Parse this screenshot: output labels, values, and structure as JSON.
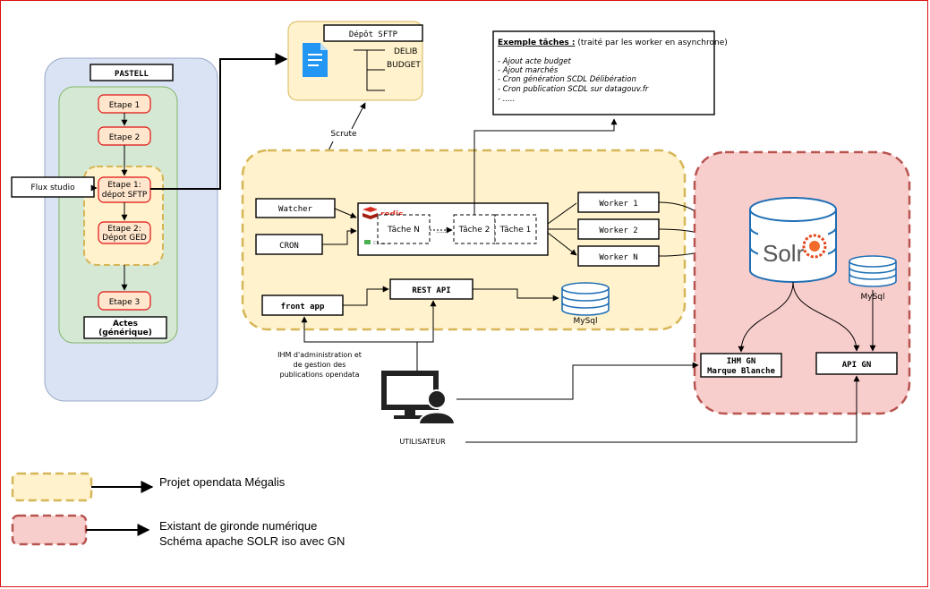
{
  "pastell": {
    "title": "PASTELL",
    "etape1": "Etape 1",
    "etape2": "Etape 2",
    "depot_sftp_l1": "Etape 1:",
    "depot_sftp_l2": "dépot SFTP",
    "depot_ged_l1": "Etape 2:",
    "depot_ged_l2": "Dépot GED",
    "etape3": "Etape 3",
    "actes_l1": "Actes",
    "actes_l2": "(générique)"
  },
  "flux_studio": "Flux studio",
  "sftp": {
    "title": "Dépôt SFTP",
    "folders": [
      "DELIB",
      "BUDGET"
    ]
  },
  "scrute": "Scrute",
  "taches_note": {
    "heading": "Exemple tâches :",
    "subtitle": " (traité par  les worker en asynchrone)",
    "items": [
      " - Ajout acte budget",
      "- Ajout marchés",
      "- Cron génération SCDL Délibération",
      "- Cron publication SCDL  sur datagouv.fr",
      "- ....."
    ]
  },
  "opendata": {
    "watcher": "Watcher",
    "cron": "CRON",
    "redis": "redis",
    "celery": "CELERY",
    "tasks": [
      "Tâche N",
      "......",
      "Tâche 2",
      "Tâche 1"
    ],
    "workers": [
      "Worker 1",
      "Worker 2",
      "Worker N"
    ],
    "rest_api": "REST API",
    "front_app": "front app",
    "mysql": "MySql"
  },
  "gironde": {
    "solr": "Solr",
    "mysql": "MySql",
    "ihm_gn_l1": "IHM GN",
    "ihm_gn_l2": "Marque Blanche",
    "api_gn": "API GN"
  },
  "ihm_caption": [
    "IHM d'administration et",
    "de gestion des",
    "publications opendata"
  ],
  "utilisateur": "UTILISATEUR",
  "legend": {
    "opendata": "Projet opendata Mégalis",
    "existant_l1": "Existant de gironde numérique",
    "existant_l2": "Schéma apache SOLR iso avec GN"
  },
  "colors": {
    "pastell_bg": "#dae3f3",
    "pastell_inner": "#d5e8d4",
    "step_fill": "#ffe6cc",
    "step_stroke": "#e01010",
    "opendata_fill": "#fff2cc",
    "opendata_stroke": "#d6b656",
    "gironde_fill": "#f8cecc",
    "gironde_stroke": "#b85450",
    "db_stroke": "#1f6fb5",
    "redis": "#d82c20"
  },
  "icons": [
    "file-icon",
    "database-icon",
    "solr-logo",
    "redis-logo",
    "monitor-icon",
    "user-icon"
  ]
}
